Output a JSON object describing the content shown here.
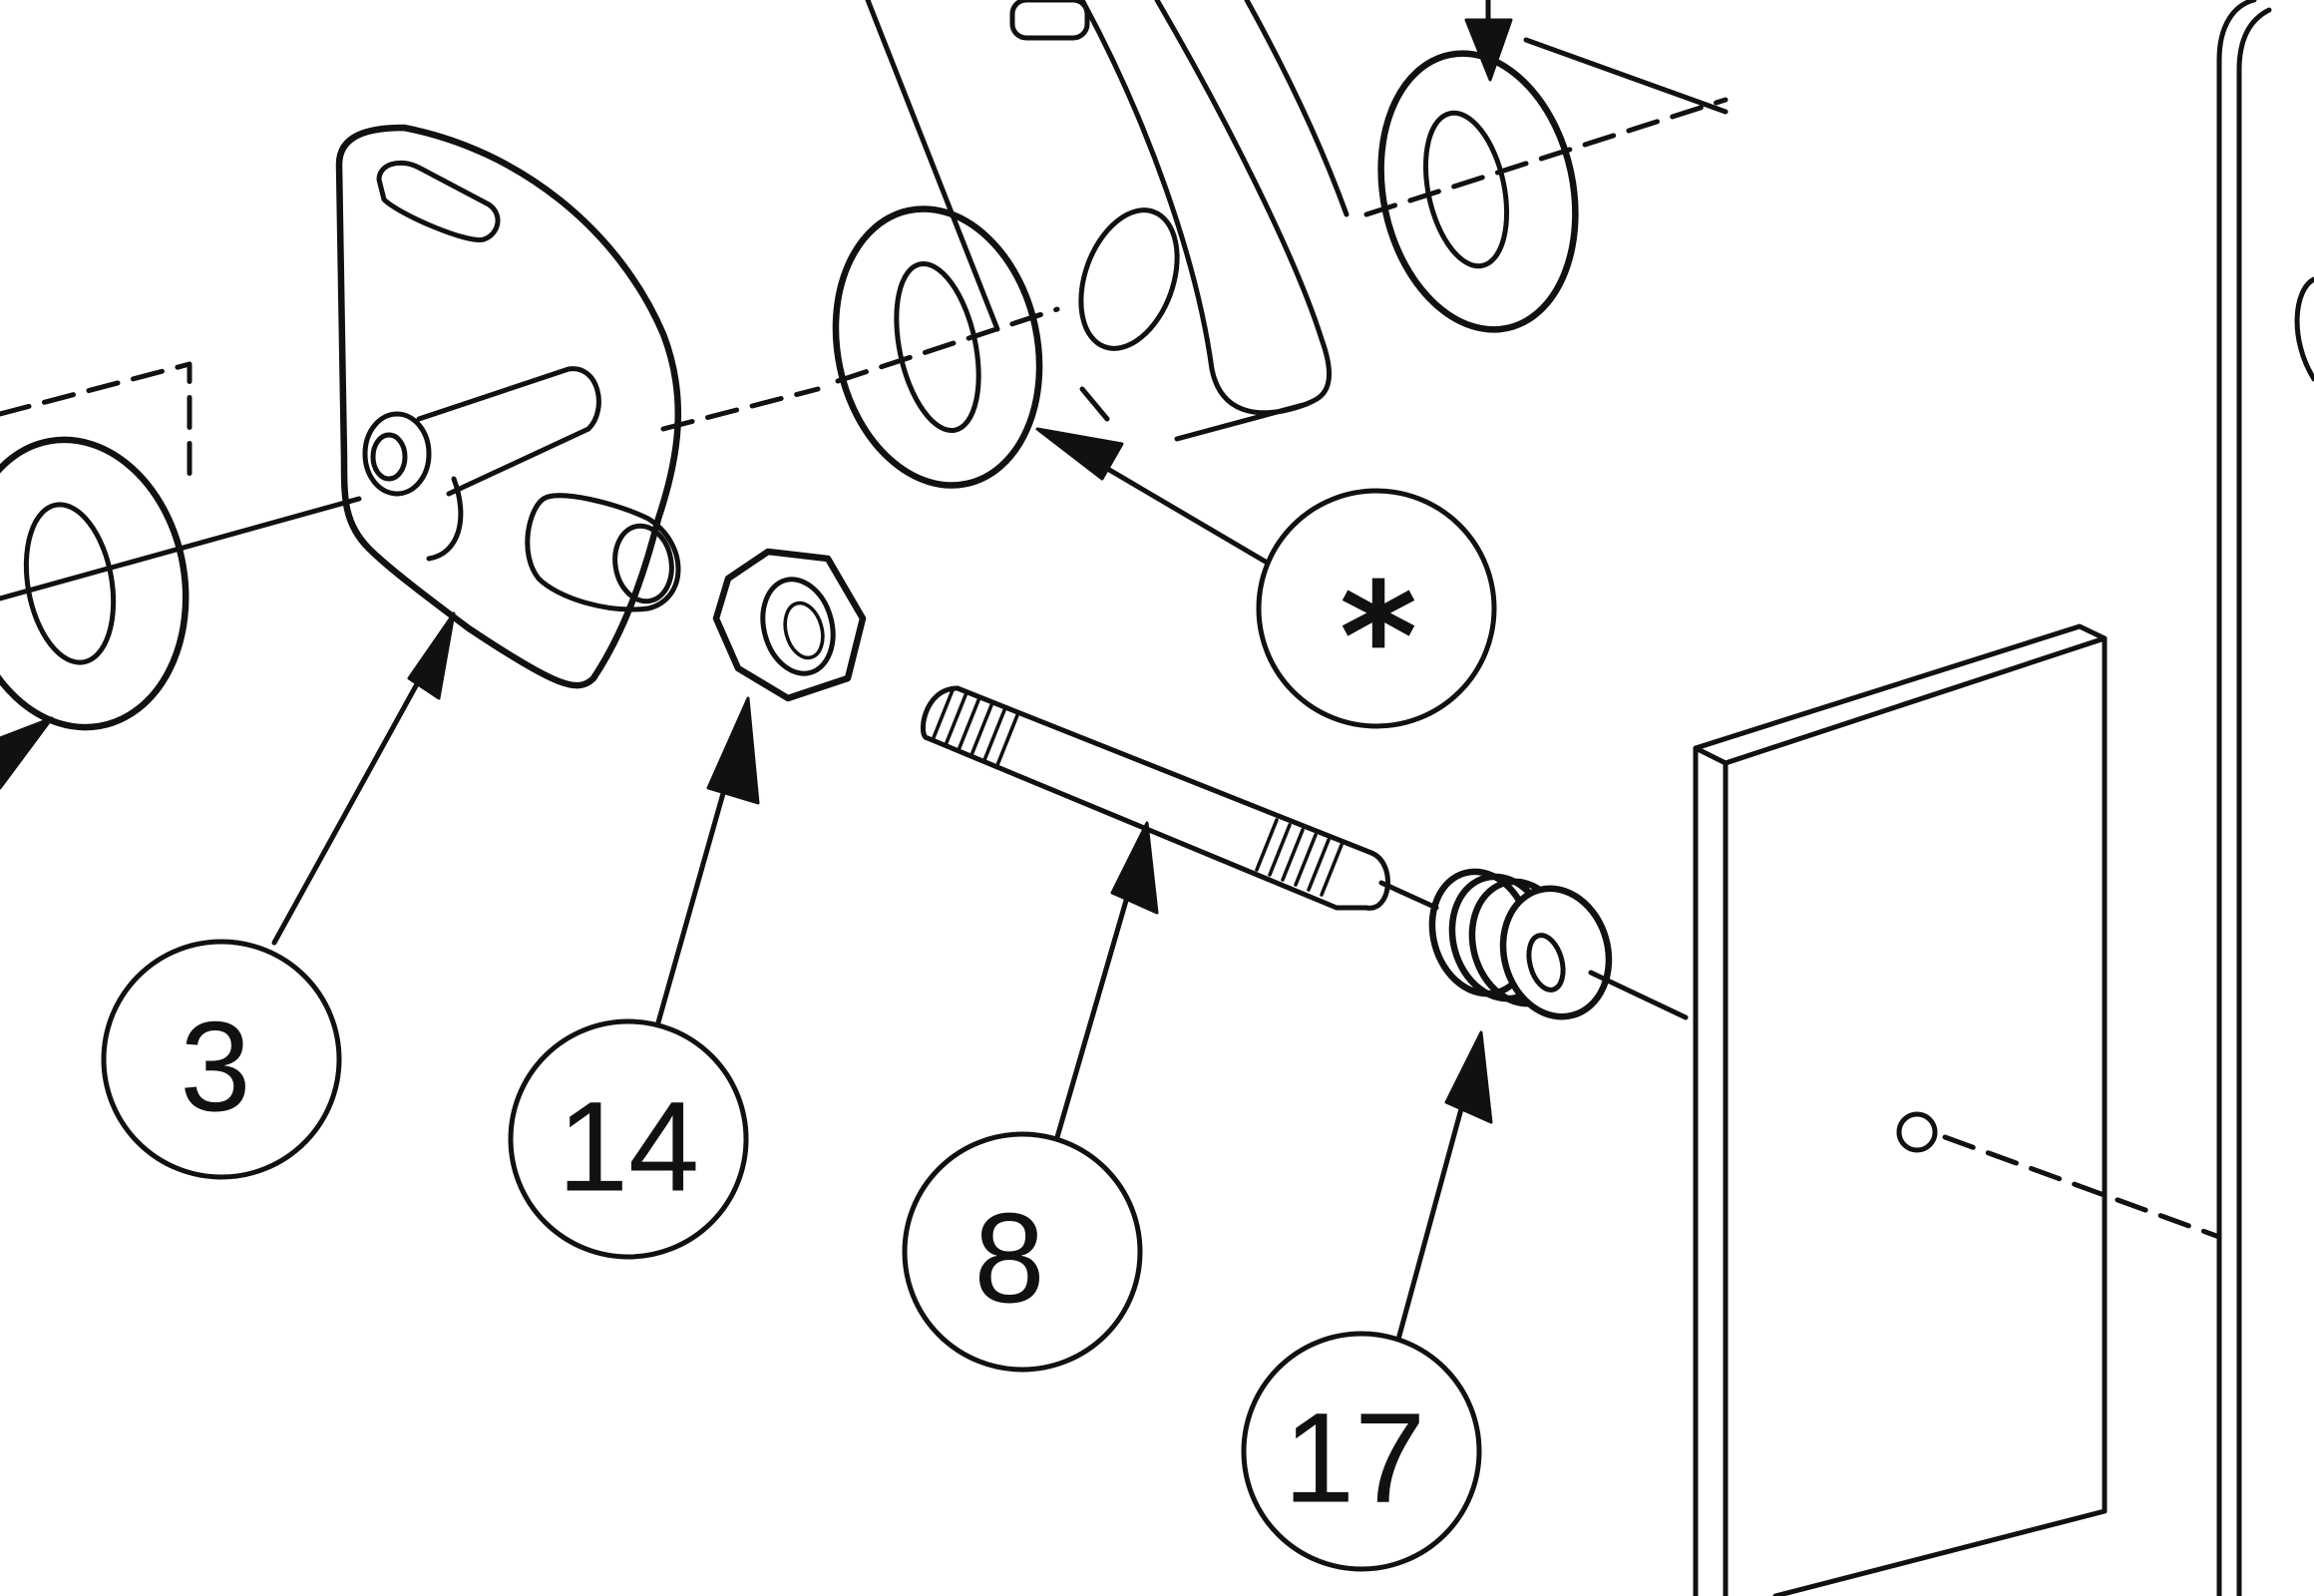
{
  "callouts": {
    "bracket": "3",
    "nut": "14",
    "stud": "8",
    "spacer": "17",
    "washer": "*"
  }
}
